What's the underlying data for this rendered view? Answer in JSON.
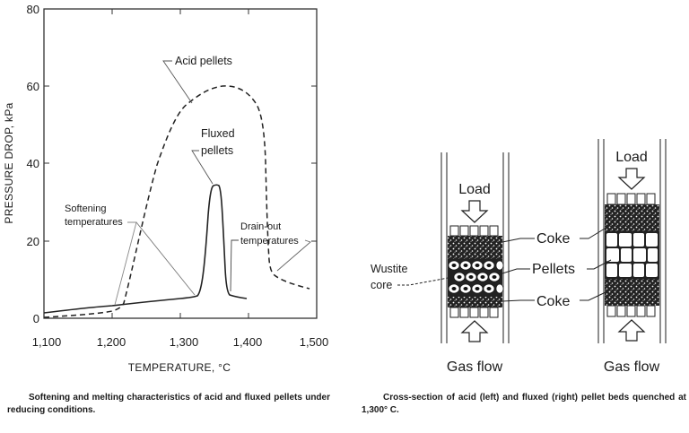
{
  "chart_data": {
    "type": "line",
    "title": "",
    "xlabel": "TEMPERATURE, °C",
    "ylabel": "PRESSURE DROP, kPa",
    "xlim": [
      1100,
      1500
    ],
    "ylim": [
      0,
      80
    ],
    "xticks": [
      "1,100",
      "1,200",
      "1,300",
      "1,400",
      "1,500"
    ],
    "yticks": [
      "0",
      "20",
      "40",
      "60",
      "80"
    ],
    "grid": false,
    "series": [
      {
        "name": "Acid pellets",
        "style": "dashed",
        "x": [
          1100,
          1150,
          1200,
          1215,
          1240,
          1270,
          1300,
          1320,
          1340,
          1360,
          1380,
          1400,
          1415,
          1425,
          1430,
          1432,
          1435,
          1440,
          1460,
          1480,
          1500
        ],
        "y": [
          0.3,
          1.2,
          2.3,
          4,
          20,
          40,
          52,
          57,
          59.5,
          60,
          59,
          55,
          45,
          30,
          15,
          11,
          10,
          9,
          8,
          7.5,
          7
        ]
      },
      {
        "name": "Fluxed pellets",
        "style": "solid",
        "x": [
          1100,
          1150,
          1200,
          1250,
          1300,
          1320,
          1330,
          1338,
          1345,
          1352,
          1358,
          1364,
          1370,
          1375,
          1385,
          1395
        ],
        "y": [
          1.5,
          2.5,
          3.3,
          4.3,
          5.2,
          5.6,
          10,
          25,
          34,
          34,
          25,
          10,
          6,
          5.5,
          5.2,
          5.1
        ]
      }
    ],
    "annotations": [
      {
        "text": "Acid pellets",
        "points_to": [
          1310,
          55
        ]
      },
      {
        "text": "Fluxed pellets",
        "points_to": [
          1345,
          34
        ]
      },
      {
        "text": "Softening temperatures",
        "points_to": [
          [
            1200,
            3
          ],
          [
            1320,
            5.5
          ]
        ]
      },
      {
        "text": "Drain-out temperatures",
        "points_to": [
          [
            1375,
            6
          ],
          [
            1440,
            11
          ]
        ]
      }
    ]
  },
  "chart": {
    "ylabel": "PRESSURE DROP, kPa",
    "xlabel": "TEMPERATURE, °C",
    "xticks": [
      "1,100",
      "1,200",
      "1,300",
      "1,400",
      "1,500"
    ],
    "yticks": [
      "0",
      "20",
      "40",
      "60",
      "80"
    ],
    "annotations": {
      "acid": "Acid pellets",
      "fluxed_line1": "Fluxed",
      "fluxed_line2": "pellets",
      "softening_line1": "Softening",
      "softening_line2": "temperatures",
      "drain_line1": "Drain-out",
      "drain_line2": "temperatures"
    },
    "caption": "Softening and melting characteristics of acid and fluxed pellets under reducing conditions."
  },
  "diagram": {
    "load_left": "Load",
    "load_right": "Load",
    "gas_left": "Gas flow",
    "gas_right": "Gas flow",
    "coke_top": "Coke",
    "pellets": "Pellets",
    "coke_bottom": "Coke",
    "wustite_line1": "Wustite",
    "wustite_line2": "core",
    "caption": "Cross-section of acid (left) and fluxed (right) pellet beds quenched at 1,300° C."
  }
}
